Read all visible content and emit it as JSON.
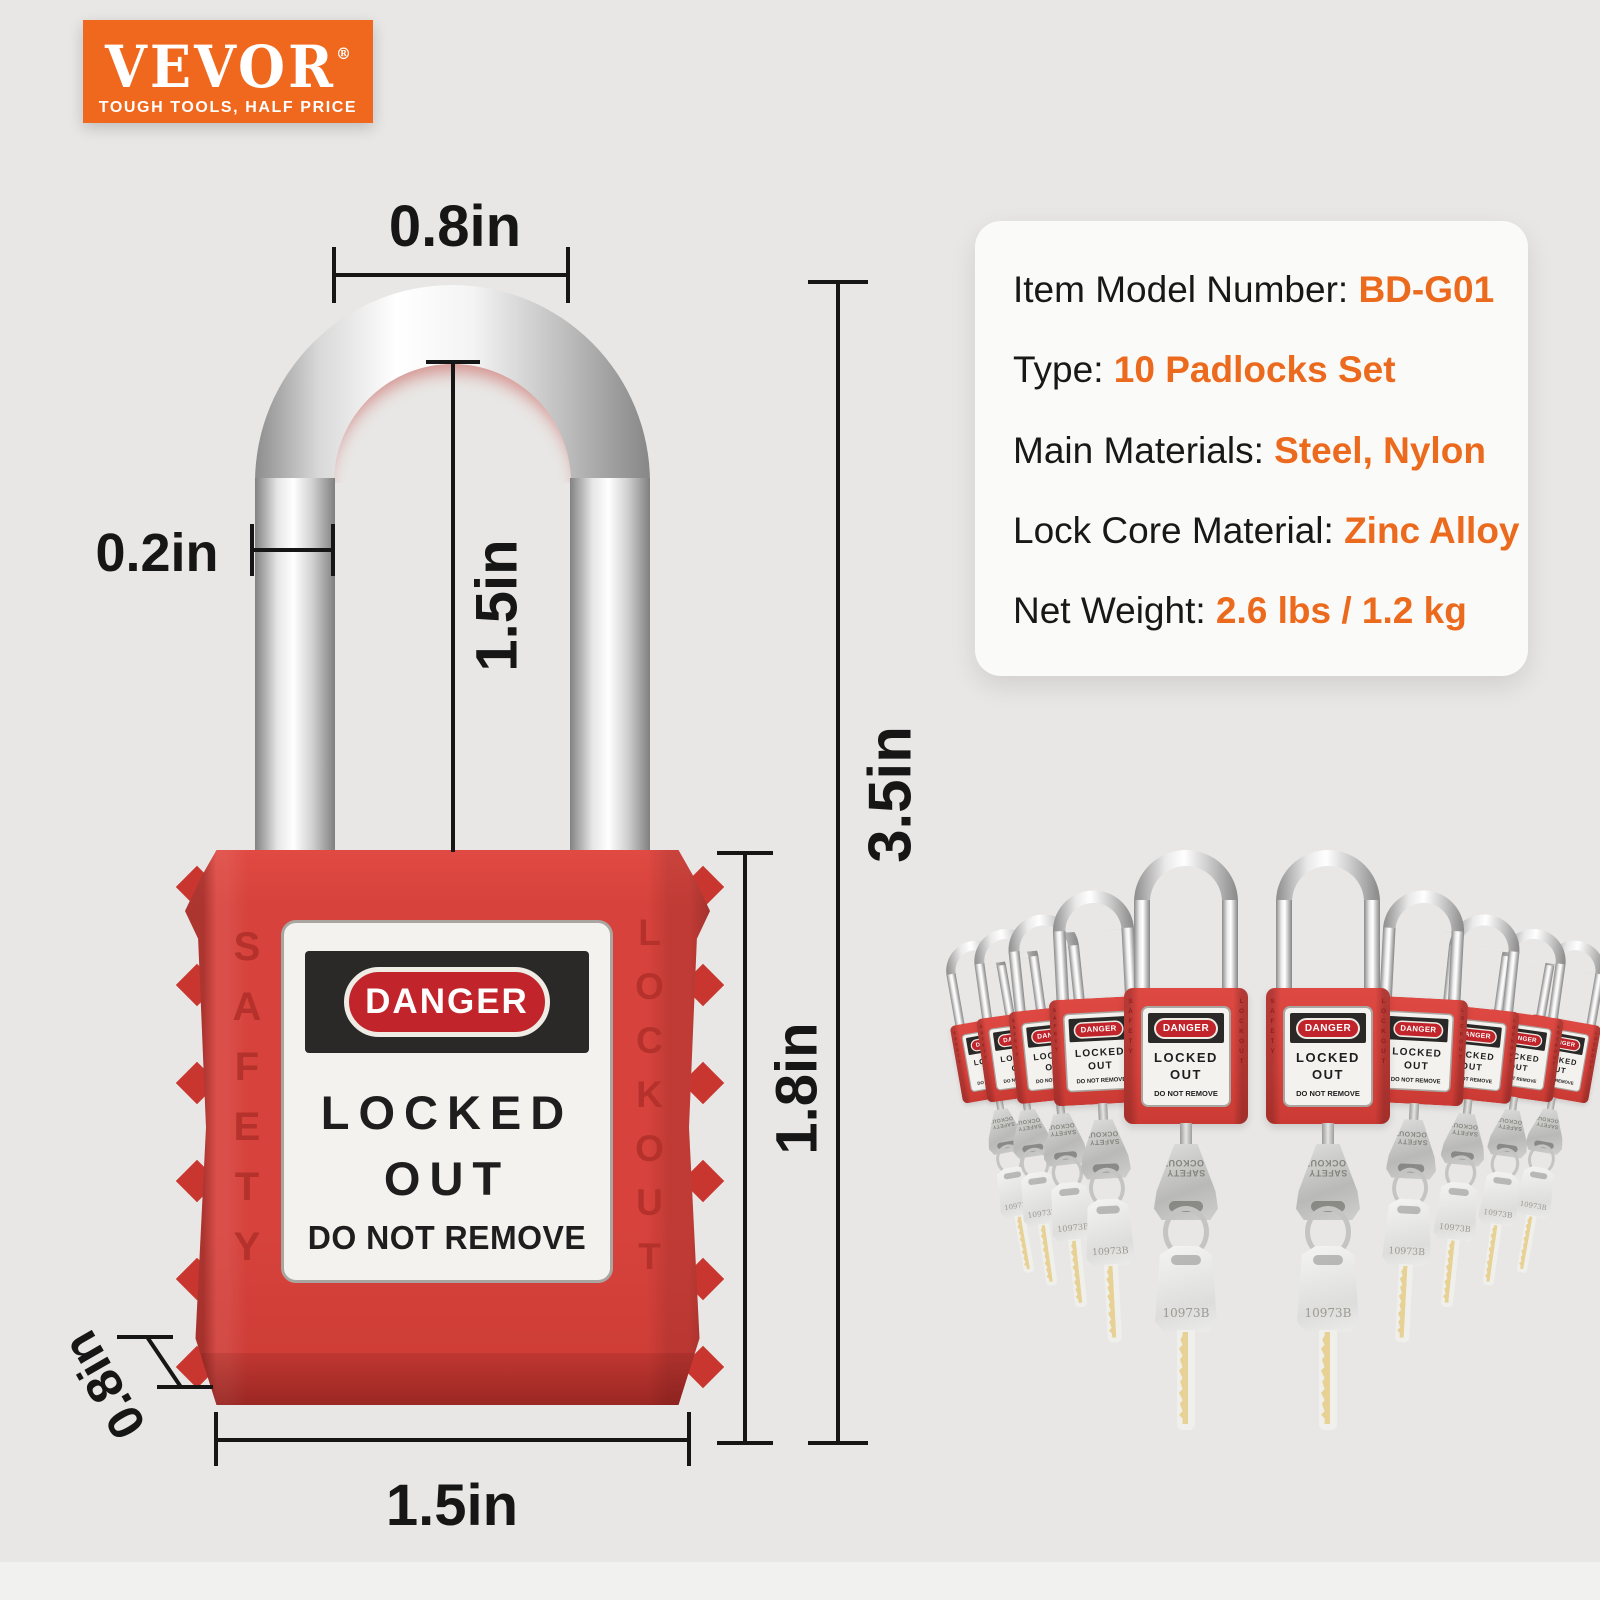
{
  "logo": {
    "brand": "VEVOR",
    "registered": "®",
    "tagline": "TOUGH TOOLS, HALF PRICE"
  },
  "specs": {
    "rows": [
      {
        "label": "Item Model Number: ",
        "value": "BD-G01"
      },
      {
        "label": "Type: ",
        "value": "10 Padlocks Set"
      },
      {
        "label": "Main Materials: ",
        "value": "Steel, Nylon"
      },
      {
        "label": "Lock Core Material: ",
        "value": "Zinc Alloy"
      },
      {
        "label": "Net Weight: ",
        "value": "2.6 lbs / 1.2 kg"
      }
    ]
  },
  "dimensions": {
    "shackle_inner_width": "0.8in",
    "shackle_thickness": "0.2in",
    "shackle_height": "1.5in",
    "total_height": "3.5in",
    "body_height": "1.8in",
    "body_depth": "0.8in",
    "body_width": "1.5in"
  },
  "padlock_label": {
    "danger": "DANGER",
    "line1": "LOCKED",
    "line2": "OUT",
    "line3": "DO NOT REMOVE",
    "side_left": "SAFETY",
    "side_right": "LOCKOUT"
  },
  "key": {
    "head_line1": "SAFETY",
    "head_line2": "LOCKOUT",
    "code": "10973B"
  },
  "colors": {
    "background": "#E8E7E5",
    "logo_orange": "#F0681E",
    "accent_orange": "#EB6A1D",
    "padlock_red": "#D7423C",
    "danger_red": "#C2242B",
    "band_black": "#2B2828",
    "key_gold": "#E8D194"
  }
}
